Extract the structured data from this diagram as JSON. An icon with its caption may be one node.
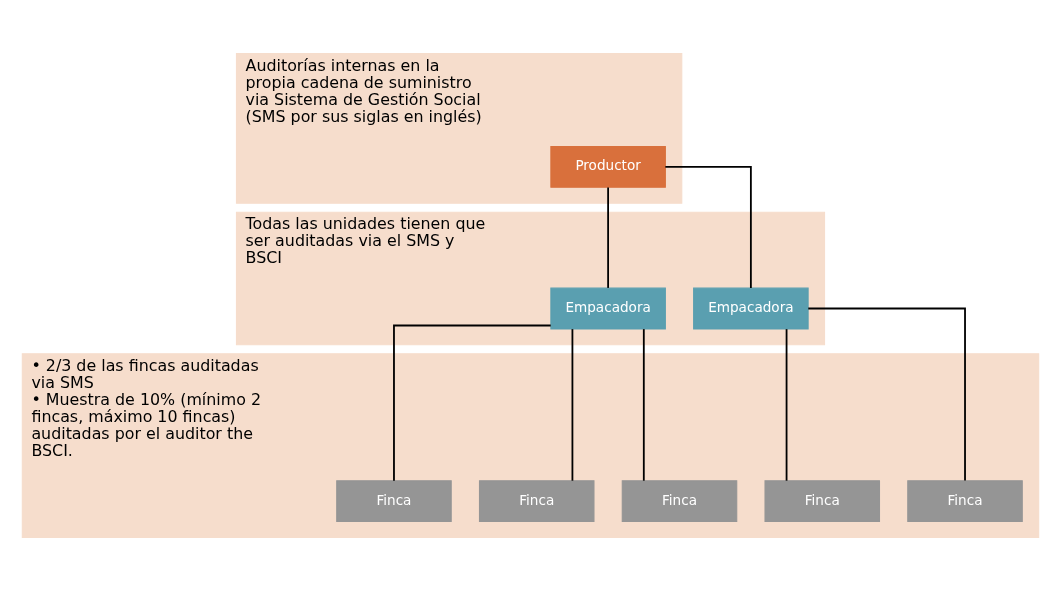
{
  "diagram": {
    "nodes": [
      {
        "text": [
          "Auditorías internas en la propia cadena de suministro via Sistema de Gestión Social (SMS por sus siglas en inglés)"
        ]
      },
      {
        "text": [
          "Productor"
        ],
        "in": 0
      },
      {
        "text": [
          "Todas las unidades tienen que ser auditadas via el SMS y BSCI"
        ]
      },
      {
        "text": [
          "Empacadora"
        ],
        "in": 2
      },
      {
        "text": [
          "Empacadora"
        ],
        "in": 2
      },
      {
        "text": [
          "• 2/3 de las fincas auditadas via SMS",
          "• Muestra de 10% (mínimo 2 fincas, máximo 10 fincas) auditadas por el auditor the BSCI."
        ]
      },
      {
        "text": [
          "Finca"
        ],
        "in": 5
      },
      {
        "text": [
          "Finca"
        ],
        "in": 5
      },
      {
        "text": [
          "Finca"
        ],
        "in": 5
      },
      {
        "text": [
          "Finca"
        ],
        "in": 5
      },
      {
        "text": [
          "Finca"
        ],
        "in": 5
      }
    ],
    "edges": [
      {
        "from": 1,
        "to": 3,
        "arrow": "none"
      },
      {
        "from": 1,
        "to": 4,
        "arrow": "none"
      },
      {
        "from": 3,
        "to": 6,
        "arrow": "none"
      },
      {
        "from": 3,
        "to": 7,
        "arrow": "none"
      },
      {
        "from": 3,
        "to": 8,
        "arrow": "none"
      },
      {
        "from": 4,
        "to": 9,
        "arrow": "none"
      },
      {
        "from": 4,
        "to": 10,
        "arrow": "none"
      }
    ]
  }
}
